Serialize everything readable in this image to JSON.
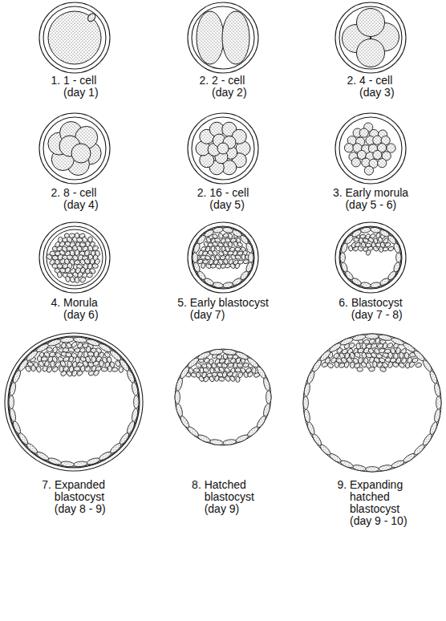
{
  "diagram": {
    "labels": [
      "1. 1 - cell (day 1)",
      "2. 2 - cell (day 2)",
      "2. 4 - cell (day 3)",
      "2. 8 - cell (day 4)",
      "2. 16 - cell (day 5)",
      "3. Early morula (day 5 - 6)",
      "4. Morula (day 6)",
      "5. Early blastocyst (day 7)",
      "6. Blastocyst (day 7 - 8)",
      "7. Expanded blastocyst (day 8 - 9)",
      "8. Hatched blastocyst (day 9)",
      "9. Expanding hatched blastocyst (day 9 - 10)"
    ]
  }
}
